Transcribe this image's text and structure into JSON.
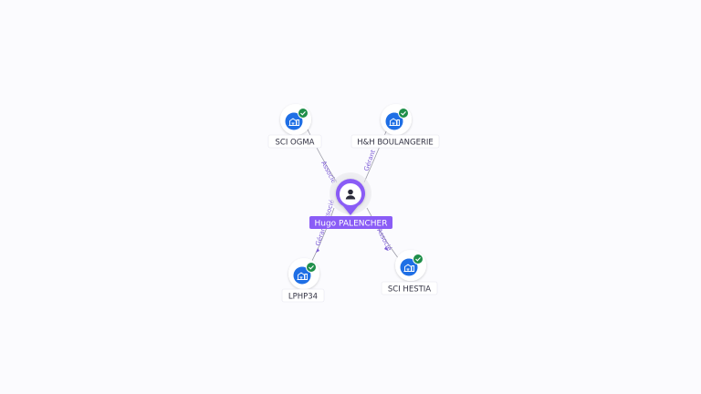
{
  "center": {
    "name": "Hugo PALENCHER",
    "icon": "person-icon",
    "color": "#8a5cf6"
  },
  "companies": [
    {
      "name": "SCI OGMA",
      "icon": "company-building-icon",
      "status_icon": "verified-check-icon",
      "relation": "Associé"
    },
    {
      "name": "H&H BOULANGERIE",
      "icon": "company-building-icon",
      "status_icon": "verified-check-icon",
      "relation": "Gérant"
    },
    {
      "name": "LPHP34",
      "icon": "company-building-icon",
      "status_icon": "verified-check-icon",
      "relation": "Gérant Associé"
    },
    {
      "name": "SCI HESTIA",
      "icon": "company-building-icon",
      "status_icon": "verified-check-icon",
      "relation": "Associé"
    }
  ],
  "colors": {
    "company_icon": "#1f6fe5",
    "verified": "#1f8f4a",
    "person": "#8a5cf6",
    "edge": "#9a9aa6",
    "edge_label": "#7c5bd6"
  }
}
